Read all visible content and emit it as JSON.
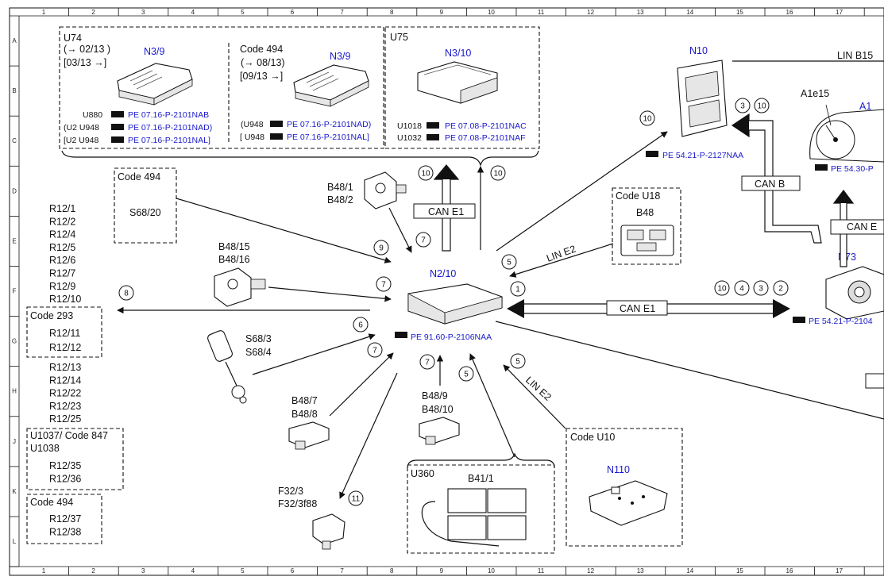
{
  "grid": {
    "cols": [
      "1",
      "2",
      "3",
      "4",
      "5",
      "6",
      "7",
      "8",
      "9",
      "10",
      "11",
      "12",
      "13",
      "14",
      "15",
      "16",
      "17"
    ],
    "rows": [
      "A",
      "B",
      "C",
      "D",
      "E",
      "F",
      "G",
      "H",
      "J",
      "K",
      "L"
    ]
  },
  "components": {
    "n2_10": {
      "label": "N2/10",
      "ref": "PE 91.60-P-2106NAA"
    },
    "n10": {
      "label": "N10",
      "ref": "PE 54.21-P-2127NAA"
    },
    "n73": {
      "label": "N73",
      "ref": "PE 54.21-P-2104"
    },
    "a1": {
      "label": "A1",
      "sub": "A1e15",
      "ref": "PE 54.30-P"
    },
    "n110": {
      "label": "N110",
      "code": "Code U10"
    },
    "b41_1": {
      "label": "B41/1",
      "code": "U360"
    },
    "b48": {
      "label": "B48",
      "code": "Code U18"
    },
    "b48_1": {
      "l1": "B48/1",
      "l2": "B48/2"
    },
    "b48_15": {
      "l1": "B48/15",
      "l2": "B48/16"
    },
    "s68_3": {
      "l1": "S68/3",
      "l2": "S68/4"
    },
    "b48_7": {
      "l1": "B48/7",
      "l2": "B48/8"
    },
    "b48_9": {
      "l1": "B48/9",
      "l2": "B48/10"
    },
    "f32_3": {
      "l1": "F32/3",
      "l2": "F32/3f88"
    },
    "s68_20": {
      "code": "Code 494",
      "label": "S68/20"
    }
  },
  "u74": {
    "title": "U74",
    "l1": "(→ 02/13 )",
    "l2": "[03/13 →]",
    "ecu": "N3/9",
    "c494": "Code 494",
    "c494_l1": "(→ 08/13)",
    "c494_l2": "[09/13 →]",
    "ecu2": "N3/9",
    "refs": [
      {
        "code": "U880",
        "ref": "PE 07.16-P-2101NAB"
      },
      {
        "code": "(U2  U948",
        "ref": "PE 07.16-P-2101NAD)"
      },
      {
        "code": "[U2  U948",
        "ref": "PE 07.16-P-2101NAL]"
      },
      {
        "code": "(U948",
        "ref": "PE 07.16-P-2101NAD)"
      },
      {
        "code": "[ U948",
        "ref": "PE 07.16-P-2101NAL]"
      }
    ]
  },
  "u75": {
    "title": "U75",
    "ecu": "N3/10",
    "refs": [
      {
        "code": "U1018",
        "ref": "PE 07.08-P-2101NAC"
      },
      {
        "code": "U1032",
        "ref": "PE 07.08-P-2101NAF"
      }
    ]
  },
  "resistors": {
    "list1": [
      "R12/1",
      "R12/2",
      "R12/4",
      "R12/5",
      "R12/6",
      "R12/7",
      "R12/9",
      "R12/10"
    ],
    "code293": "Code 293",
    "list2": [
      "R12/11",
      "R12/12"
    ],
    "list3": [
      "R12/13",
      "R12/14",
      "R12/22",
      "R12/23",
      "R12/25"
    ],
    "code847": "U1037/ Code 847",
    "code847b": "U1038",
    "list4": [
      "R12/35",
      "R12/36"
    ],
    "code494": "Code 494",
    "list5": [
      "R12/37",
      "R12/38"
    ]
  },
  "buses": {
    "can_e1_vertical": "CAN E1",
    "can_e1": "CAN E1",
    "can_b": "CAN B",
    "can_b2": "CAN E",
    "lin_e2_upper": "LIN E2",
    "lin_e2_lower": "LIN E2",
    "lin_b15": "LIN B15"
  },
  "markers": {
    "m_10a": "10",
    "m_10b": "10",
    "m_10n10": "10",
    "m_3": "3",
    "m_10c": "10",
    "m_9": "9",
    "m_7a": "7",
    "m_7b": "7",
    "m_7c": "7",
    "m_7d": "7",
    "m_5a": "5",
    "m_5b": "5",
    "m_5c": "5",
    "m_1": "1",
    "m_8": "8",
    "m_6": "6",
    "m_11": "11",
    "m_can10": "10",
    "m_can4": "4",
    "m_can3": "3",
    "m_can2": "2"
  }
}
